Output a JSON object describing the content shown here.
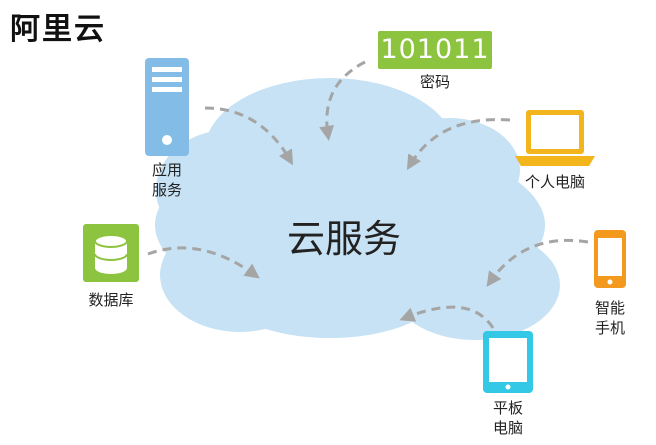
{
  "brand": {
    "name": "阿里云"
  },
  "center": {
    "label": "云服务"
  },
  "password": {
    "code": "101011",
    "label": "密码"
  },
  "nodes": {
    "app_service": {
      "line1": "应用",
      "line2": "服务"
    },
    "laptop": {
      "label": "个人电脑"
    },
    "database": {
      "label": "数据库"
    },
    "phone": {
      "line1": "智能",
      "line2": "手机"
    },
    "tablet": {
      "line1": "平板",
      "line2": "电脑"
    }
  },
  "colors": {
    "cloud": "#c6e2f4",
    "server": "#83bce6",
    "password_box": "#8cc43f",
    "laptop": "#f3b51c",
    "database": "#8cc43f",
    "phone": "#f39a1e",
    "tablet": "#33c9e6",
    "arrow": "#a5a5a5"
  }
}
